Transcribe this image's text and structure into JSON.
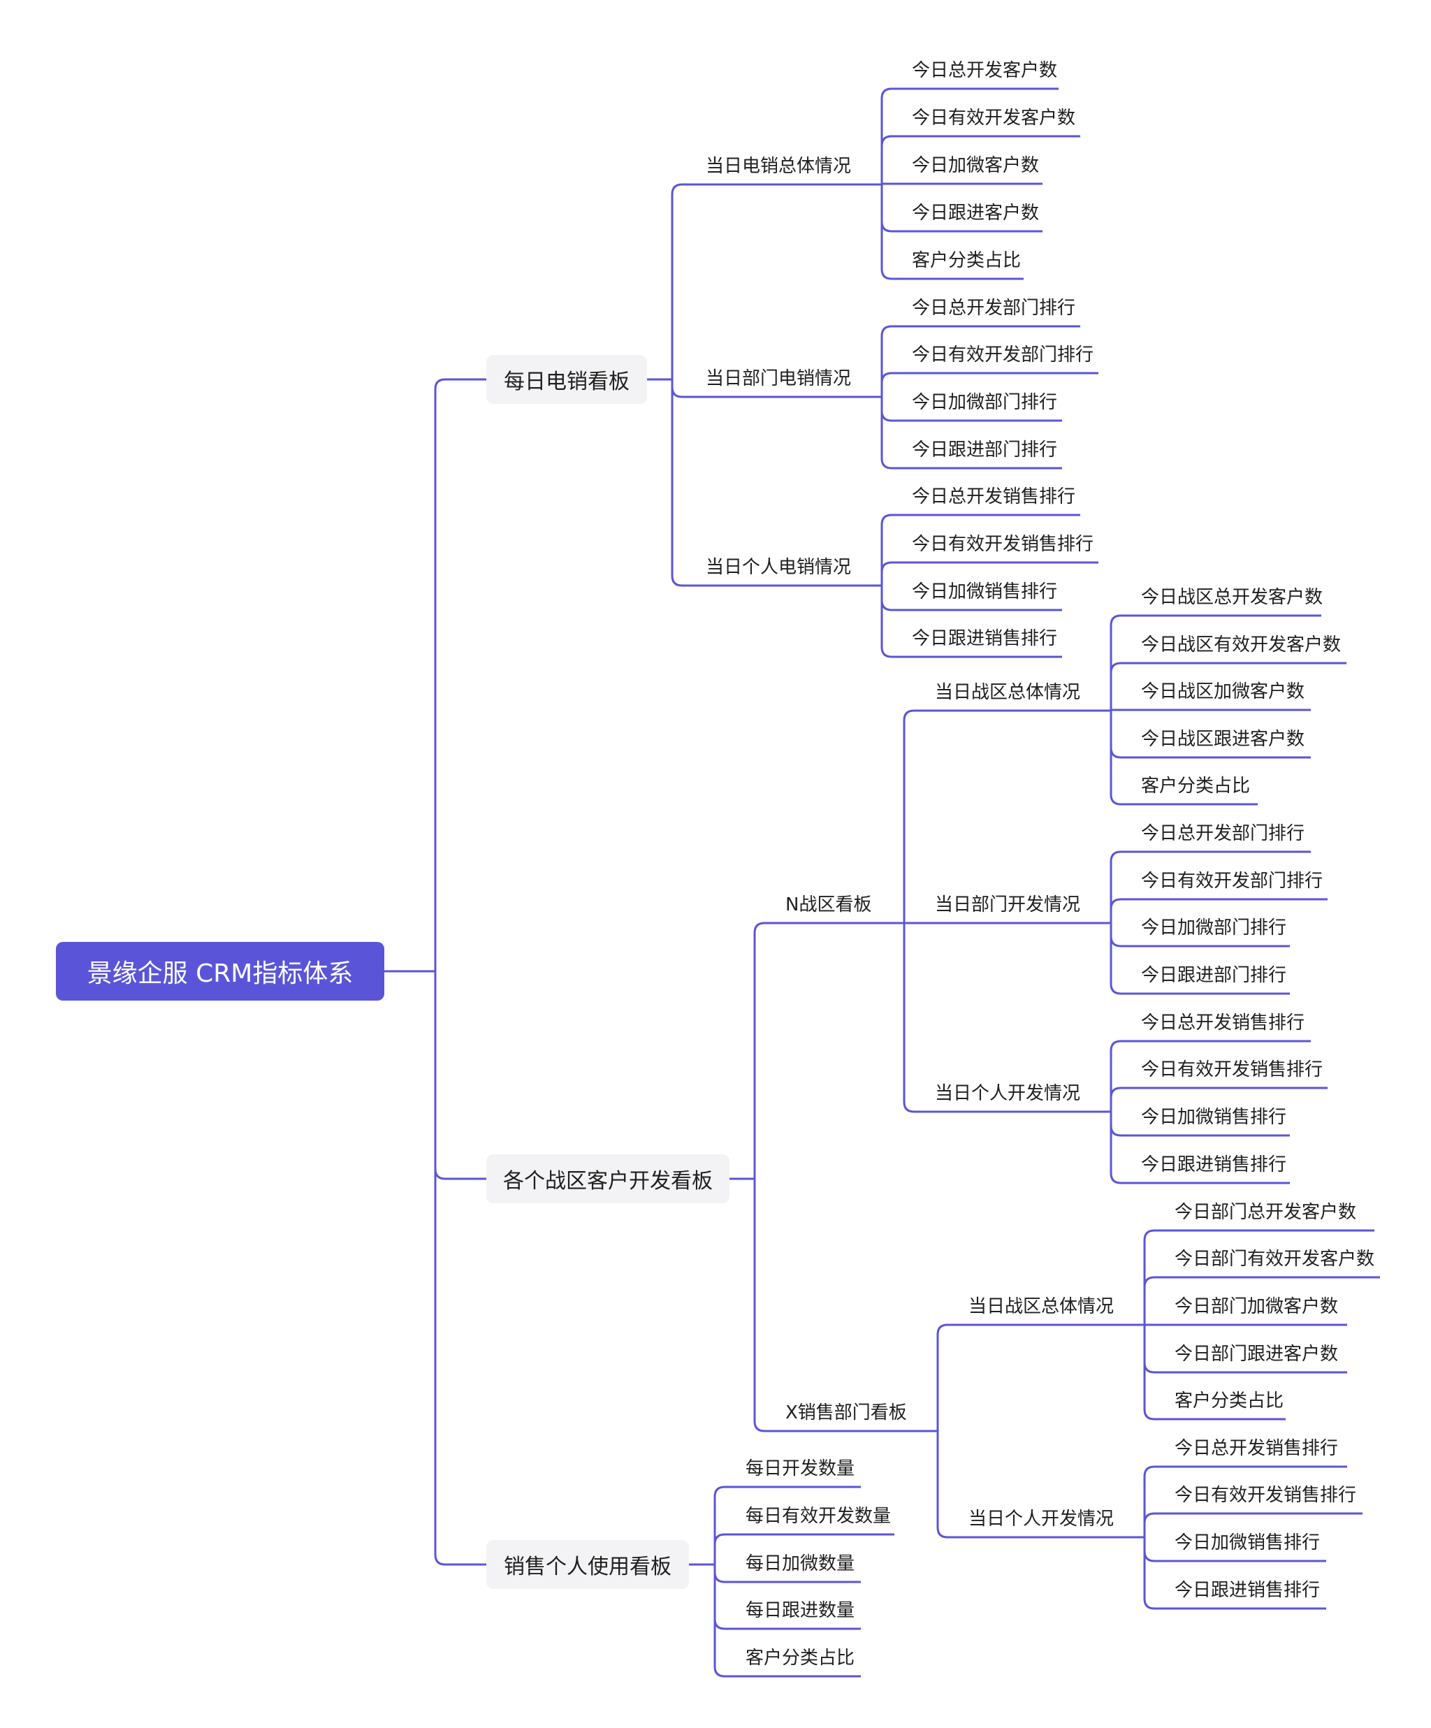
{
  "colors": {
    "accent": "#5a55d8",
    "line": "#5a55d8",
    "box_bg": "#f3f3f5",
    "text": "#1f1f1f"
  },
  "mindmap": {
    "root": "景缘企服 CRM指标体系",
    "branches": [
      {
        "label": "每日电销看板",
        "children": [
          {
            "label": "当日电销总体情况",
            "children": [
              "今日总开发客户数",
              "今日有效开发客户数",
              "今日加微客户数",
              "今日跟进客户数",
              "客户分类占比"
            ]
          },
          {
            "label": "当日部门电销情况",
            "children": [
              "今日总开发部门排行",
              "今日有效开发部门排行",
              "今日加微部门排行",
              "今日跟进部门排行"
            ]
          },
          {
            "label": "当日个人电销情况",
            "children": [
              "今日总开发销售排行",
              "今日有效开发销售排行",
              "今日加微销售排行",
              "今日跟进销售排行"
            ]
          }
        ]
      },
      {
        "label": "各个战区客户开发看板",
        "children": [
          {
            "label": "N战区看板",
            "children": [
              {
                "label": "当日战区总体情况",
                "children": [
                  "今日战区总开发客户数",
                  "今日战区有效开发客户数",
                  "今日战区加微客户数",
                  "今日战区跟进客户数",
                  "客户分类占比"
                ]
              },
              {
                "label": "当日部门开发情况",
                "children": [
                  "今日总开发部门排行",
                  "今日有效开发部门排行",
                  "今日加微部门排行",
                  "今日跟进部门排行"
                ]
              },
              {
                "label": "当日个人开发情况",
                "children": [
                  "今日总开发销售排行",
                  "今日有效开发销售排行",
                  "今日加微销售排行",
                  "今日跟进销售排行"
                ]
              }
            ]
          },
          {
            "label": "X销售部门看板",
            "children": [
              {
                "label": "当日战区总体情况",
                "children": [
                  "今日部门总开发客户数",
                  "今日部门有效开发客户数",
                  "今日部门加微客户数",
                  "今日部门跟进客户数",
                  "客户分类占比"
                ]
              },
              {
                "label": "当日个人开发情况",
                "children": [
                  "今日总开发销售排行",
                  "今日有效开发销售排行",
                  "今日加微销售排行",
                  "今日跟进销售排行"
                ]
              }
            ]
          }
        ]
      },
      {
        "label": "销售个人使用看板",
        "children": [
          "每日开发数量",
          "每日有效开发数量",
          "每日加微数量",
          "每日跟进数量",
          "客户分类占比"
        ]
      }
    ]
  }
}
